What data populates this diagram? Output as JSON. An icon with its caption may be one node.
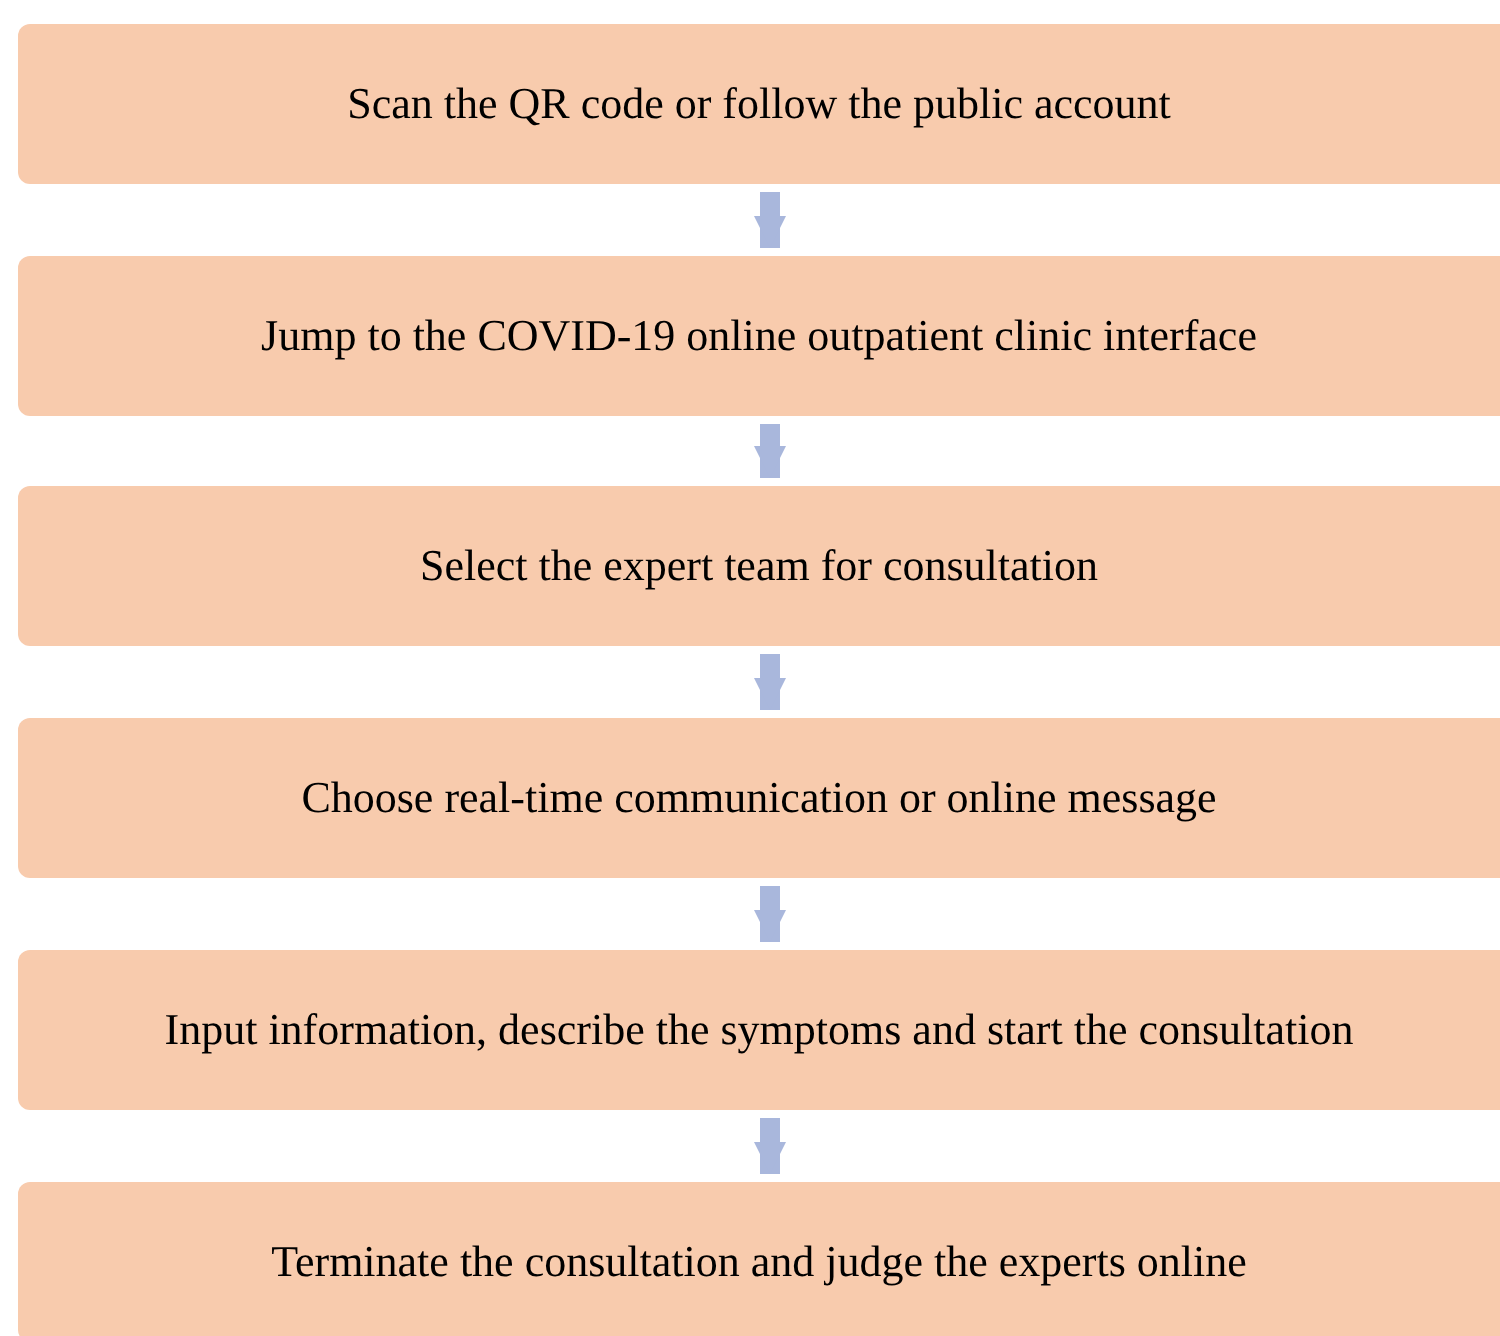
{
  "diagram": {
    "nodes": [
      {
        "text": [
          "Scan the QR code or follow the public account"
        ]
      },
      {
        "text": [
          "Jump to the COVID-19 online outpatient clinic interface"
        ]
      },
      {
        "text": [
          "Select the expert team for consultation"
        ]
      },
      {
        "text": [
          "Choose real-time communication or online message"
        ]
      },
      {
        "text": [
          "Input information, describe the symptoms and start the consultation"
        ]
      },
      {
        "text": [
          "Terminate the consultation and judge the experts online"
        ]
      }
    ],
    "edges": [
      {
        "from": 0,
        "to": 1,
        "arrow": "to"
      },
      {
        "from": 1,
        "to": 2,
        "arrow": "to"
      },
      {
        "from": 2,
        "to": 3,
        "arrow": "to"
      },
      {
        "from": 3,
        "to": 4,
        "arrow": "to"
      },
      {
        "from": 4,
        "to": 5,
        "arrow": "to"
      }
    ]
  }
}
